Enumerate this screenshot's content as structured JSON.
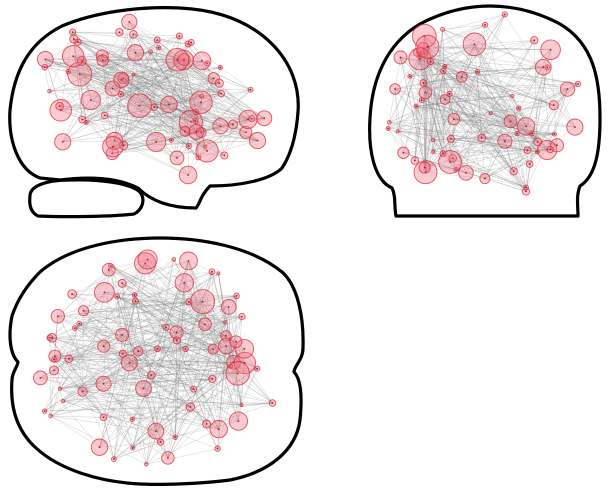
{
  "figure": {
    "views": [
      "sagittal",
      "coronal",
      "axial"
    ],
    "node_color": "#f06a7a",
    "node_stroke_color": "#d8202f",
    "edge_color": "#7a7a7a",
    "outline_color": "#000000",
    "background": "#ffffff",
    "connectome_view_count": 3
  }
}
